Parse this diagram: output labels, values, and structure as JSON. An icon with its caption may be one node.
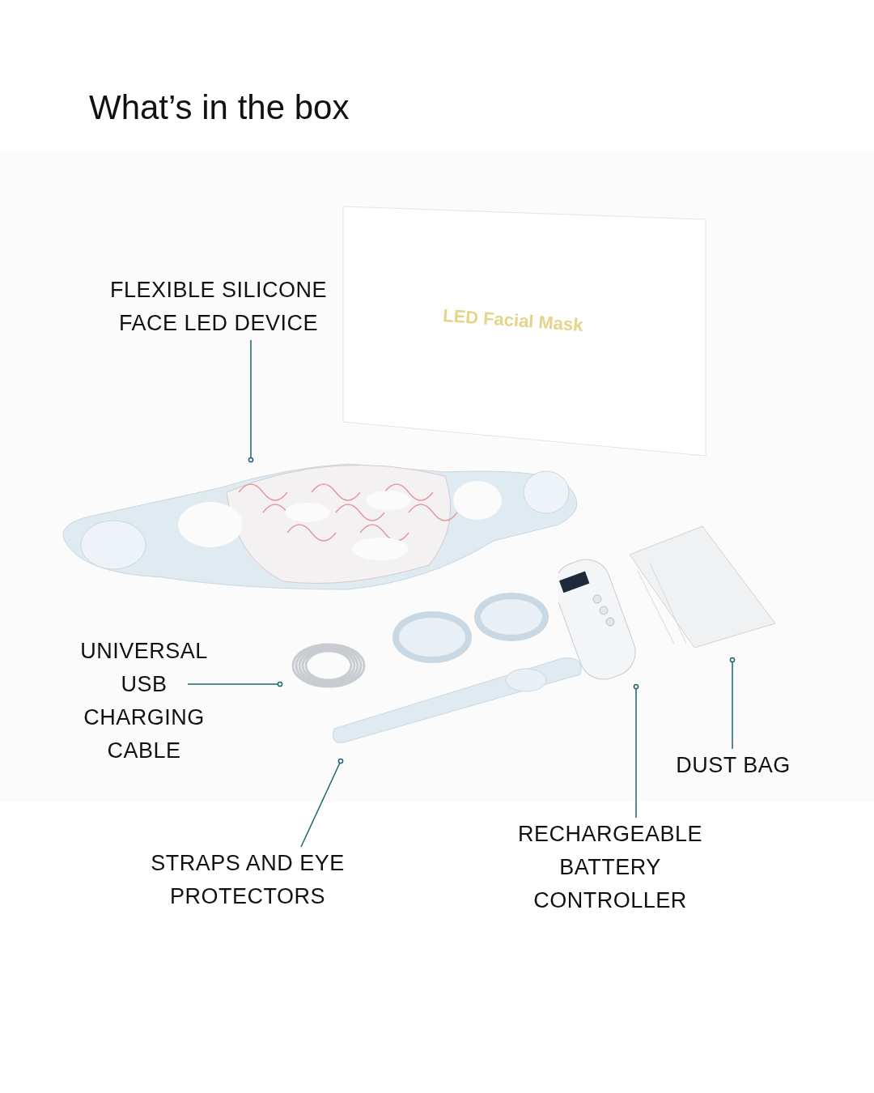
{
  "diagram": {
    "title": "What’s in the box",
    "nodes": [
      {
        "text": [
          "FLEXIBLE SILICONE FACE LED DEVICE"
        ]
      },
      {
        "text": [],
        "shape": "picture"
      },
      {
        "text": [
          "UNIVERSAL USB CHARGING CABLE"
        ]
      },
      {
        "text": [],
        "shape": "picture"
      },
      {
        "text": [
          "STRAPS AND EYE PROTECTORS"
        ]
      },
      {
        "text": [],
        "shape": "picture"
      },
      {
        "text": [
          "RECHARGEABLE BATTERY CONTROLLER"
        ]
      },
      {
        "text": [],
        "shape": "picture"
      },
      {
        "text": [
          "DUST BAG"
        ]
      },
      {
        "text": [],
        "shape": "picture"
      },
      {
        "text": [
          "LED Facial Mask"
        ]
      }
    ],
    "edges": [
      {
        "from": 0,
        "to": 1,
        "arrow": "other"
      },
      {
        "from": 2,
        "to": 3,
        "arrow": "other"
      },
      {
        "from": 4,
        "to": 5,
        "arrow": "other"
      },
      {
        "from": 6,
        "to": 7,
        "arrow": "other"
      },
      {
        "from": 8,
        "to": 9,
        "arrow": "other"
      }
    ]
  }
}
